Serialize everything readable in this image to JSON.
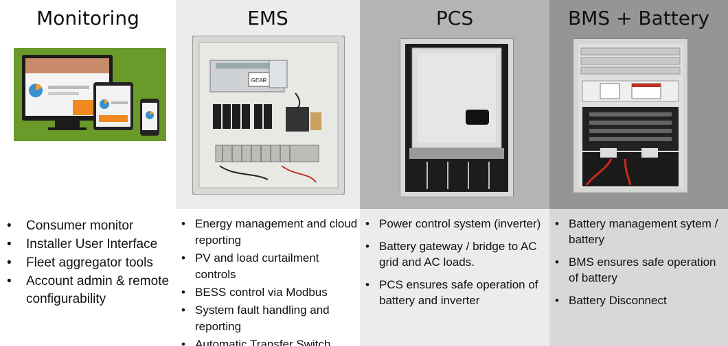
{
  "columns": [
    {
      "title": "Monitoring",
      "image": "monitoring-devices-image",
      "bullets": [
        "Consumer monitor",
        "Installer User Interface",
        "Fleet aggregator tools",
        "Account admin & remote configurability"
      ]
    },
    {
      "title": "EMS",
      "image": "ems-cabinet-photo",
      "device_logo": "GEAR",
      "bullets": [
        "Energy management and cloud reporting",
        "PV and load curtailment controls",
        "BESS control via Modbus",
        "System fault handling and reporting",
        "Automatic Transfer Switch"
      ]
    },
    {
      "title": "PCS",
      "image": "pcs-cabinet-photo",
      "bullets": [
        "Power control system (inverter)",
        "Battery gateway / bridge to AC grid and AC loads.",
        "PCS ensures safe operation of battery and inverter"
      ]
    },
    {
      "title": "BMS + Battery",
      "image": "bms-battery-cabinet-photo",
      "bullets": [
        "Battery management sytem / battery",
        "BMS ensures safe operation of battery",
        "Battery Disconnect"
      ]
    }
  ],
  "colors": {
    "monitoring_bg": "#6a9a2a",
    "header_bg_ems": "#ececec",
    "header_bg_pcs": "#b4b4b4",
    "header_bg_bms": "#959595"
  }
}
